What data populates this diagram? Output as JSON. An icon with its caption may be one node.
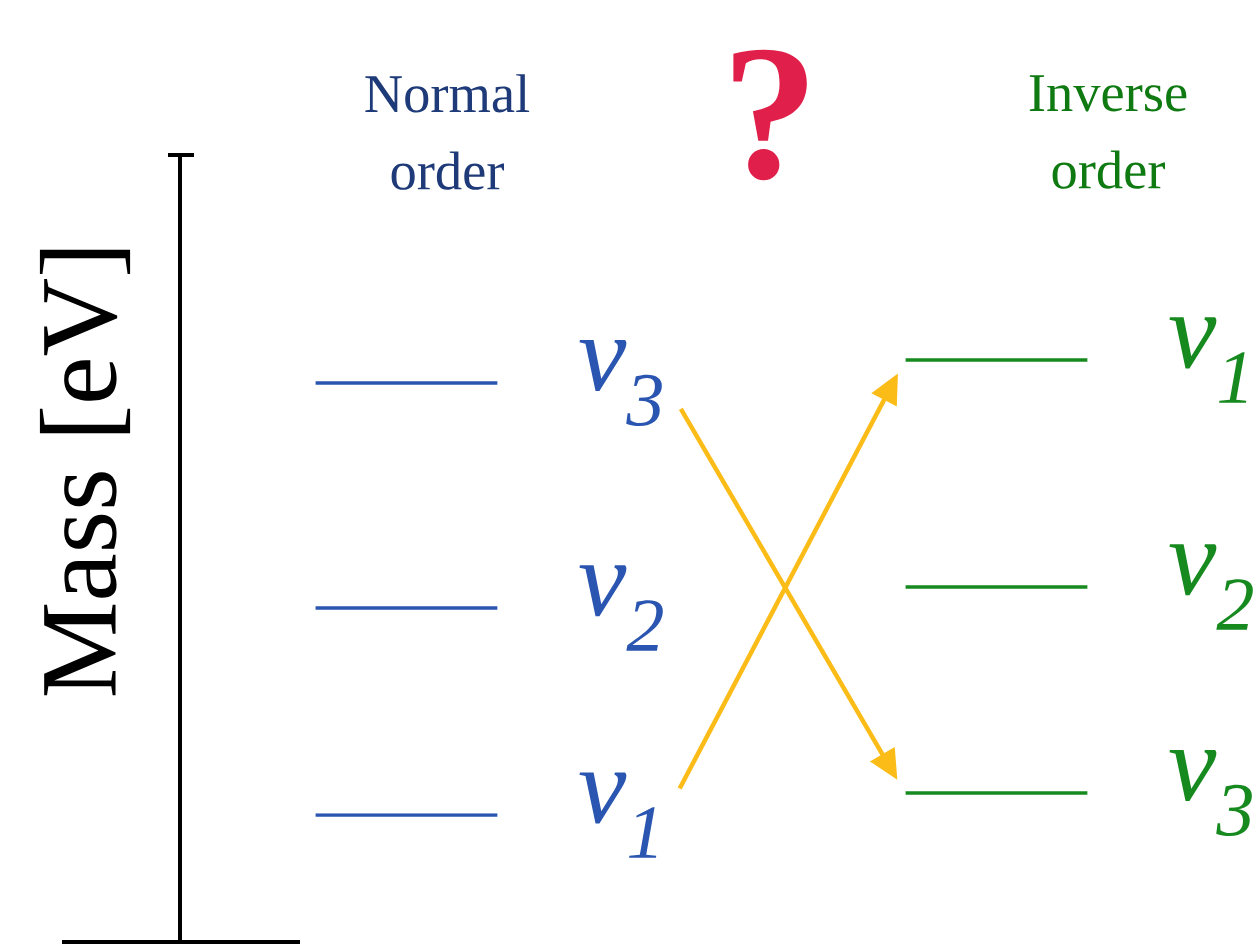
{
  "diagram": {
    "nodes": [
      {
        "text": [
          "ν$_{3}$"
        ]
      },
      {
        "text": [
          "ν$_{2}$"
        ]
      },
      {
        "text": [
          "ν$_{1}$"
        ]
      },
      {
        "text": [
          "ν$_{1}$"
        ]
      },
      {
        "text": [
          "ν$_{2}$"
        ]
      },
      {
        "text": [
          "ν$_{3}$"
        ]
      }
    ],
    "edges": [
      {
        "from": 0,
        "to": 5,
        "arrow": "to"
      },
      {
        "from": 2,
        "to": 3,
        "arrow": "to"
      }
    ],
    "labels": [
      "Normal order",
      "?",
      "Inverse order",
      "Mass [eV]"
    ]
  }
}
